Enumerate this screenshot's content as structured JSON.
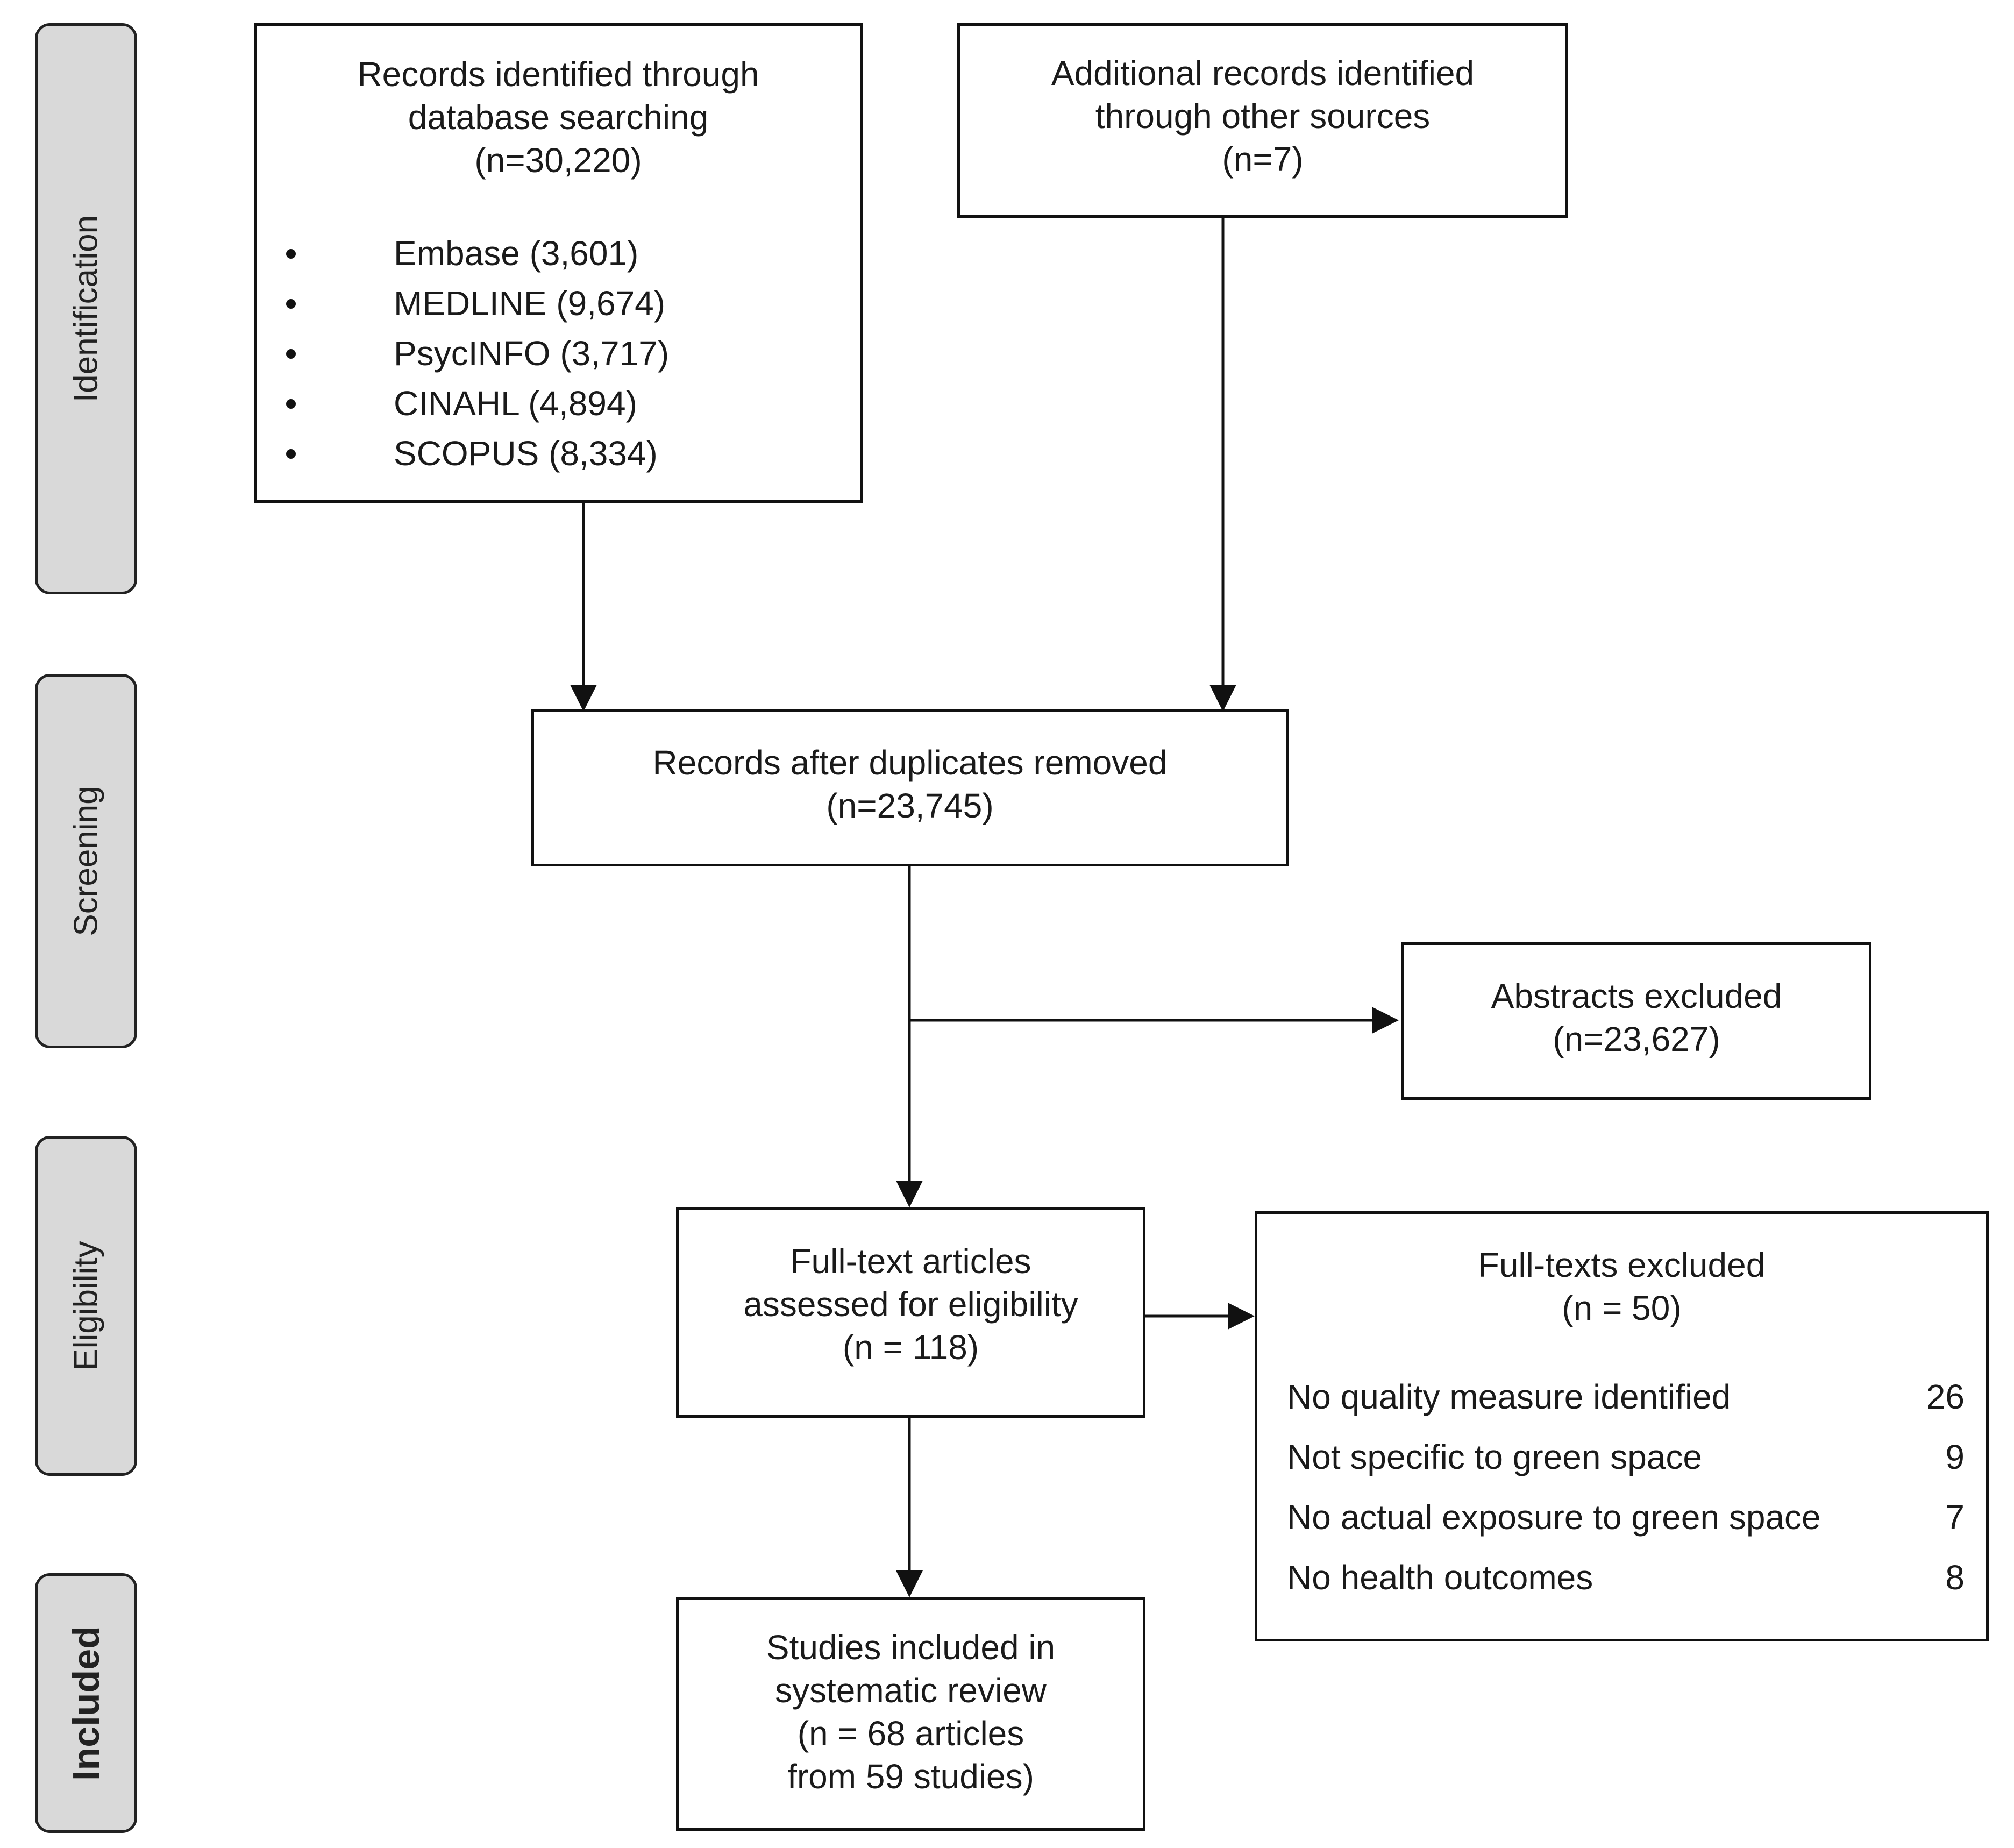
{
  "stages": [
    {
      "label": "Identification",
      "emphasis": false
    },
    {
      "label": "Screening",
      "emphasis": false
    },
    {
      "label": "Eligibility",
      "emphasis": false
    },
    {
      "label": "Included",
      "emphasis": true
    }
  ],
  "identified": {
    "title_lines": [
      "Records identified through",
      "database searching",
      "(n=30,220)"
    ],
    "databases": [
      "Embase (3,601)",
      "MEDLINE (9,674)",
      "PsycINFO (3,717)",
      "CINAHL (4,894)",
      "SCOPUS (8,334)"
    ]
  },
  "additional": {
    "lines": [
      "Additional records identified",
      "through other sources",
      "(n=7)"
    ]
  },
  "dedup": {
    "lines": [
      "Records after duplicates removed",
      "(n=23,745)"
    ]
  },
  "abstracts_excluded": {
    "lines": [
      "Abstracts excluded",
      "(n=23,627)"
    ]
  },
  "fulltext_assessed": {
    "lines": [
      "Full-text articles",
      "assessed for eligibility",
      "(n = 118)"
    ]
  },
  "fulltext_excluded": {
    "lines": [
      "Full-texts excluded",
      "(n = 50)"
    ],
    "reasons": [
      {
        "name": "No quality measure identified",
        "count": "26"
      },
      {
        "name": "Not specific to green space",
        "count": "9"
      },
      {
        "name": "No actual exposure to green space",
        "count": "7"
      },
      {
        "name": "No health outcomes",
        "count": "8"
      }
    ]
  },
  "included": {
    "lines": [
      "Studies included in",
      "systematic review",
      "(n = 68 articles",
      "from 59 studies)"
    ]
  }
}
